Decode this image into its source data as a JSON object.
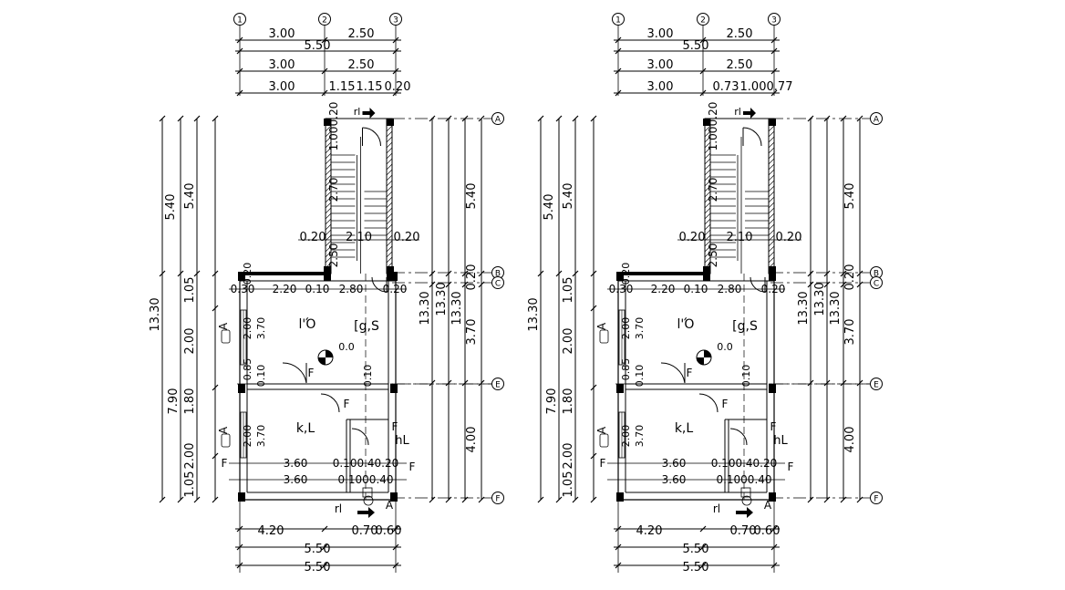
{
  "plans": [
    {
      "grid_bubbles_top": [
        "1",
        "2",
        "3"
      ],
      "grid_bubbles_right": [
        "A",
        "B",
        "C",
        "E",
        "F"
      ],
      "top_dims": {
        "row1": [
          "3.00",
          "2.50"
        ],
        "row1_total": "5.50",
        "row2": [
          "3.00",
          "2.50"
        ],
        "row3": [
          "3.00",
          "1.15",
          "1.15",
          "0.20"
        ]
      },
      "bottom_dims": {
        "row1": [
          "4.20",
          "0.70",
          "0.60"
        ],
        "row2": "5.50",
        "row3": "5.50"
      },
      "left_outer": [
        "5.40",
        "1.05",
        "2.00",
        "1.80",
        "2.00",
        "1.05"
      ],
      "left_outer_vals_b": [
        "5.40",
        "7.90",
        "13.30"
      ],
      "right_dims": [
        "5.40",
        "0.20",
        "3.70",
        "4.00",
        "13.30",
        "13.30"
      ],
      "room_labels": [
        "l'Ό",
        "[g,S",
        "k,L",
        "hL"
      ],
      "level_mark": "0.0",
      "stair_dims": [
        "1.00",
        "2.70",
        "0.20",
        "2.10",
        "0.20",
        "2.50",
        "0.20"
      ],
      "inner_dims": [
        "0.30",
        "2.20",
        "0.10",
        "2.80",
        "0.20",
        "3.60",
        "3.60",
        "2.00",
        "3.70",
        "0.85",
        "0.10",
        "2.00",
        "3.70",
        "0.10",
        "0.40",
        "0.20"
      ],
      "door_tags": [
        "F",
        "F",
        "F",
        "F",
        "A",
        "A",
        "A",
        "rl"
      ]
    },
    {
      "grid_bubbles_top": [
        "1",
        "2",
        "3"
      ],
      "grid_bubbles_right": [
        "A",
        "B",
        "C",
        "E",
        "F"
      ],
      "top_dims": {
        "row1": [
          "3.00",
          "2.50"
        ],
        "row1_total": "5.50",
        "row2": [
          "3.00",
          "2.50"
        ],
        "row3": [
          "3.00",
          "0.73",
          "1.00",
          "0.77"
        ]
      },
      "bottom_dims": {
        "row1": [
          "4.20",
          "0.70",
          "0.60"
        ],
        "row2": "5.50",
        "row3": "5.50"
      },
      "left_outer": [
        "5.40",
        "1.05",
        "2.00",
        "1.80",
        "2.00",
        "1.05"
      ],
      "left_outer_vals_b": [
        "5.40",
        "7.90",
        "13.30"
      ],
      "right_dims": [
        "5.40",
        "0.20",
        "3.70",
        "4.00",
        "13.30",
        "13.30"
      ],
      "room_labels": [
        "l'Ό",
        "[g,S",
        "k,L",
        "hL"
      ],
      "level_mark": "0.0",
      "stair_dims": [
        "1.00",
        "2.70",
        "0.20",
        "2.10",
        "0.20",
        "2.50",
        "0.20"
      ],
      "inner_dims": [
        "0.30",
        "2.20",
        "0.10",
        "2.80",
        "0.20",
        "3.60",
        "3.60",
        "2.00",
        "3.70",
        "0.85",
        "0.10",
        "2.00",
        "3.70",
        "0.10",
        "0.40",
        "0.20"
      ],
      "door_tags": [
        "F",
        "F",
        "F",
        "F",
        "A",
        "A",
        "A",
        "rl"
      ]
    }
  ]
}
